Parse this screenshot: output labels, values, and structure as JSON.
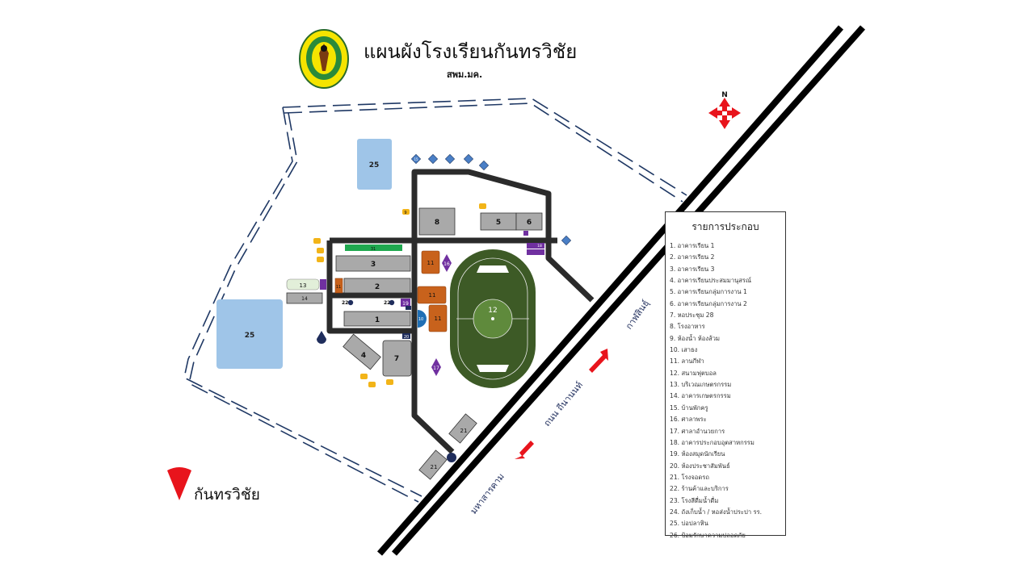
{
  "header": {
    "title": "แผนผังโรงเรียนกันทรวิชัย",
    "subtitle": "สพม.มค.",
    "logo_icon": "school-emblem-icon"
  },
  "compass": {
    "label": "N",
    "icon": "compass-arrows-icon",
    "color": "#e8141c"
  },
  "colors": {
    "road": "#000000",
    "path": "#2b2b2b",
    "building": "#a9a9a9",
    "court": "#c8621c",
    "pond": "#9fc5e8",
    "field": "#3d5a26",
    "boundary": "#1f3864",
    "arrow": "#e8141c",
    "marker_blue": "#4a7fc6",
    "marker_purple": "#7030a0",
    "marker_yellow": "#f2b418",
    "green_bar": "#1fa84f",
    "dome": "#1f6fb5",
    "navy": "#1f2d5c"
  },
  "map_labels": {
    "b1": "1",
    "b2": "2",
    "b3": "3",
    "b4": "4",
    "b5": "5",
    "b6": "6",
    "b7": "7",
    "b8": "8",
    "dome": "10",
    "court_a": "11",
    "court_b": "11",
    "court_c": "11",
    "court_d": "11",
    "field": "12",
    "agri": "13",
    "agri_b": "14",
    "shrine": "16",
    "pavilion": "17",
    "b19": "19",
    "b20": "20",
    "park_a": "21",
    "park_b": "21",
    "shop_a": "22",
    "shop_b": "22",
    "pond_a": "25",
    "pond_b": "25",
    "green_bar": "31",
    "road_right": "กาฬสินธุ์",
    "road_center": "ถนน ถีนานนท์",
    "road_left": "มหาสารคาม",
    "small_9": "9",
    "small_15": "15",
    "small_18": "18"
  },
  "legend": {
    "title": "รายการประกอบ",
    "items": [
      "1. อาคารเรียน 1",
      "2. อาคารเรียน 2",
      "3. อาคารเรียน 3",
      "4. อาคารเรียนประสมมานุสรณ์",
      "5. อาคารเรียนกลุ่มการงาน 1",
      "6. อาคารเรียนกลุ่มการงาน 2",
      "7. หอประชุม 28",
      "8. โรงอาหาร",
      "9. ห้องน้ำ ห้องส้วม",
      "10. เสาธง",
      "11. ลานกีฬา",
      "12. สนามฟุตบอล",
      "13. บริเวณเกษตรกรรม",
      "14. อาคารเกษตรกรรม",
      "15. บ้านพักครู",
      "16. ศาลาพระ",
      "17. ศาลาอำนวยการ",
      "18. อาคารประกอบอุตสาหกรรม",
      "19. ห้องสมุดนักเรียน",
      "20. ห้องประชาสัมพันธ์",
      "21. โรงจอดรถ",
      "22. ร้านค้าและบริการ",
      "23. โรงสีดื่มน้ำดื่ม",
      "24. ถังเก็บน้ำ / หอส่งน้ำประปา รร.",
      "25. บ่อปลาหิน",
      "26. ป้อมรักษาความปลอดภัย"
    ]
  },
  "direction_label": "กันทรวิชัย"
}
